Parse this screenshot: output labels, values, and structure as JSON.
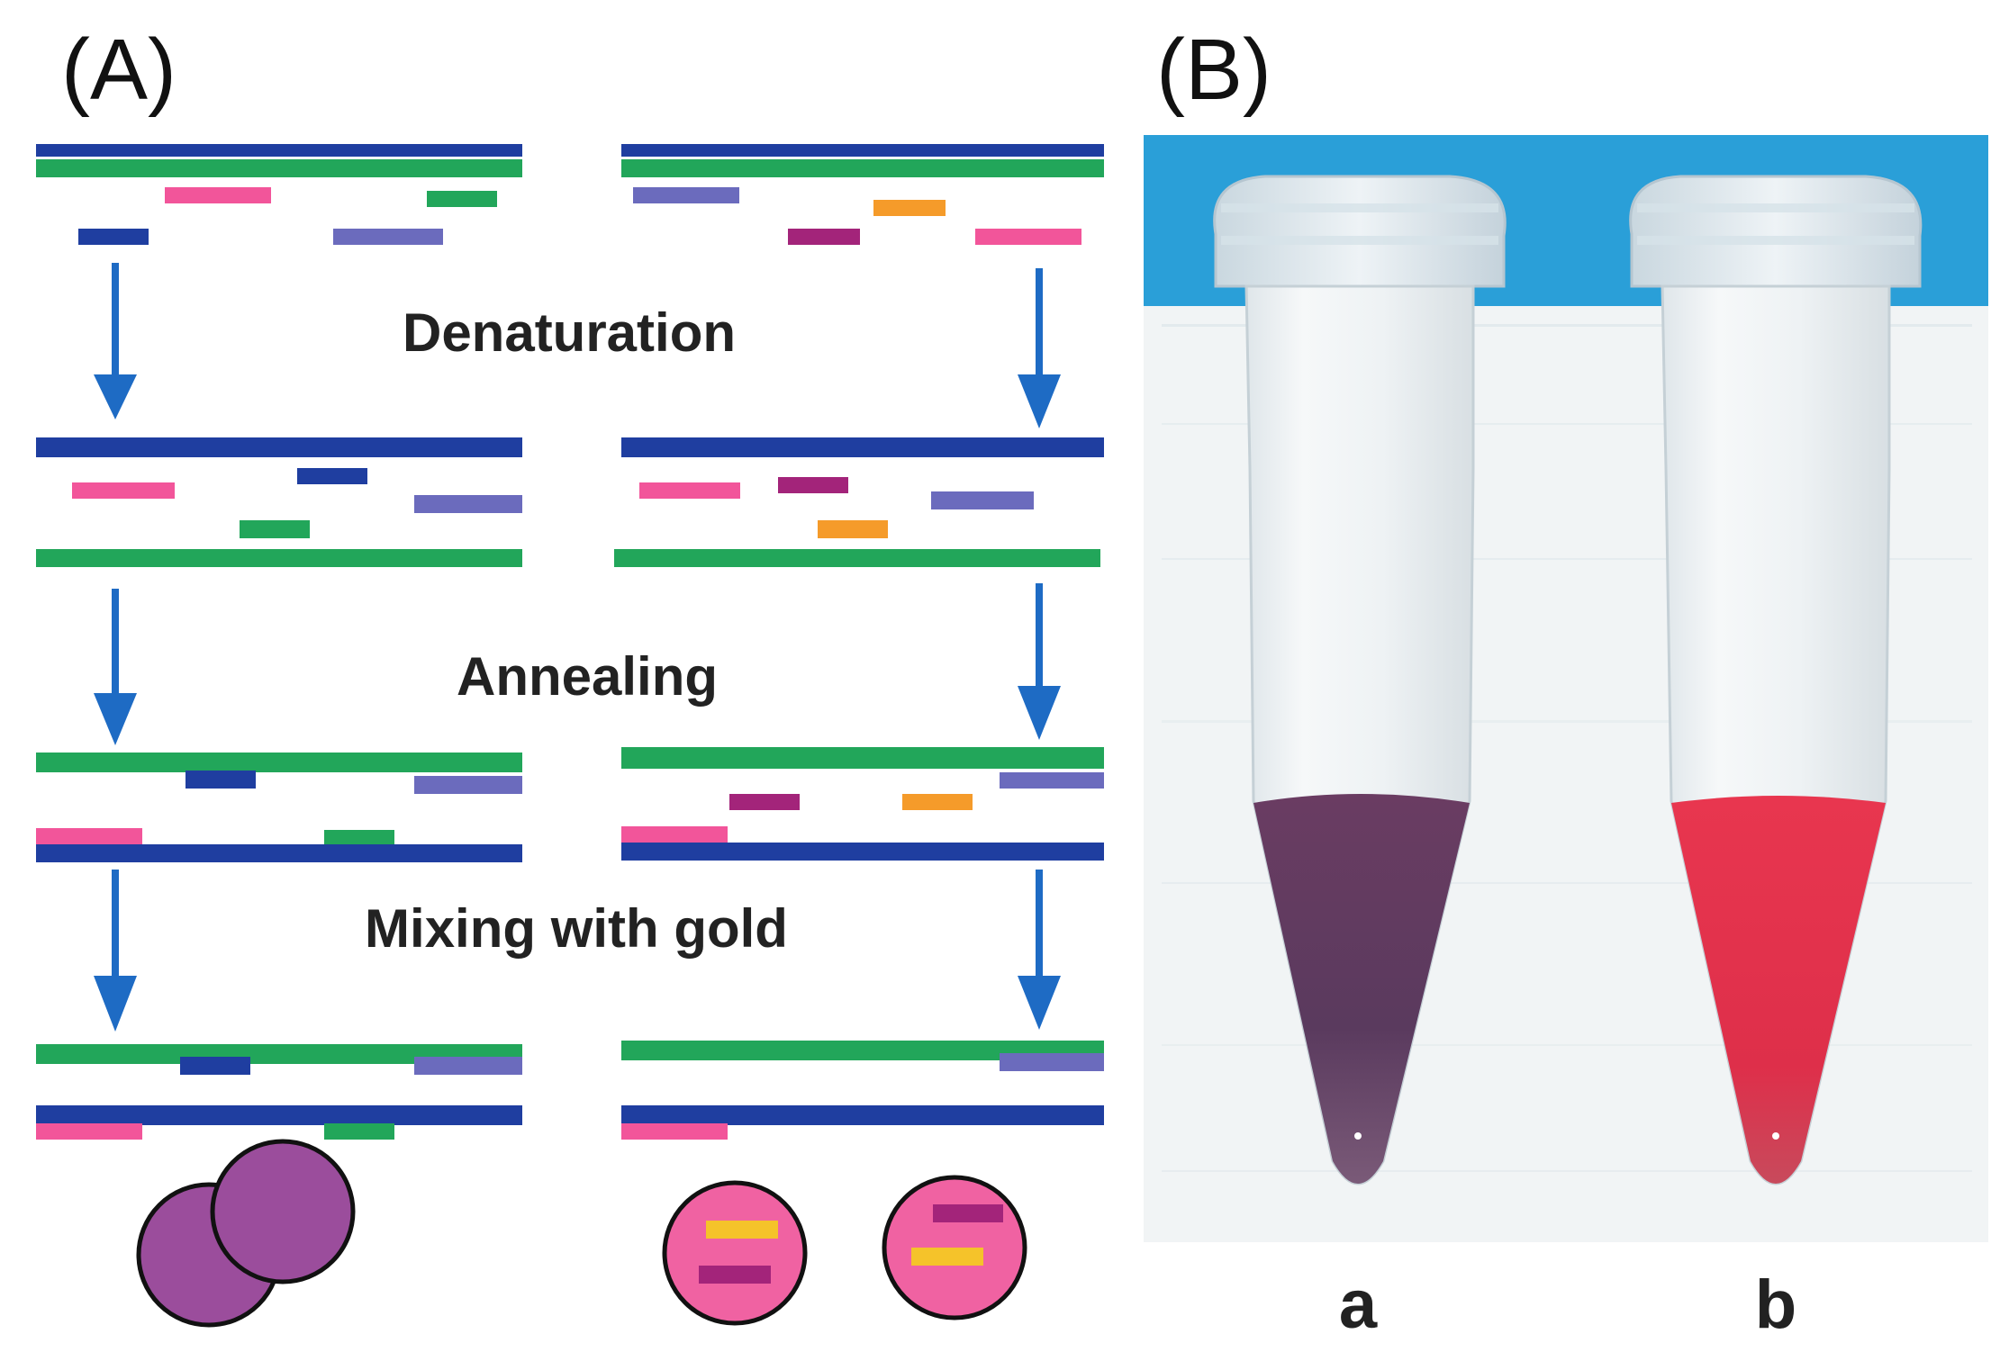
{
  "panels": {
    "a_label": "(A)",
    "b_label": "(B)"
  },
  "steps": [
    "Denaturation",
    "Annealing",
    "Mixing with gold"
  ],
  "tubes": [
    {
      "label": "a",
      "solution_color": "#5e3a5a"
    },
    {
      "label": "b",
      "solution_color": "#e0304c"
    }
  ],
  "colors": {
    "dna_blue": "#1f3ea0",
    "dna_green": "#22a65a",
    "probe_pink": "#f2559a",
    "probe_green": "#22a65a",
    "probe_navy": "#1f3ea0",
    "probe_lavender": "#6b6bbd",
    "probe_magenta": "#a3247a",
    "probe_orange": "#f59b2a",
    "arrow": "#1e6bc4",
    "gold_aggregated": "#9b4d9c",
    "gold_dispersed": "#f062a2",
    "background_blue": "#2a9fd8"
  },
  "icons": [
    "arrow-down-icon",
    "gold-nanoparticle-icon",
    "microtube-icon"
  ]
}
